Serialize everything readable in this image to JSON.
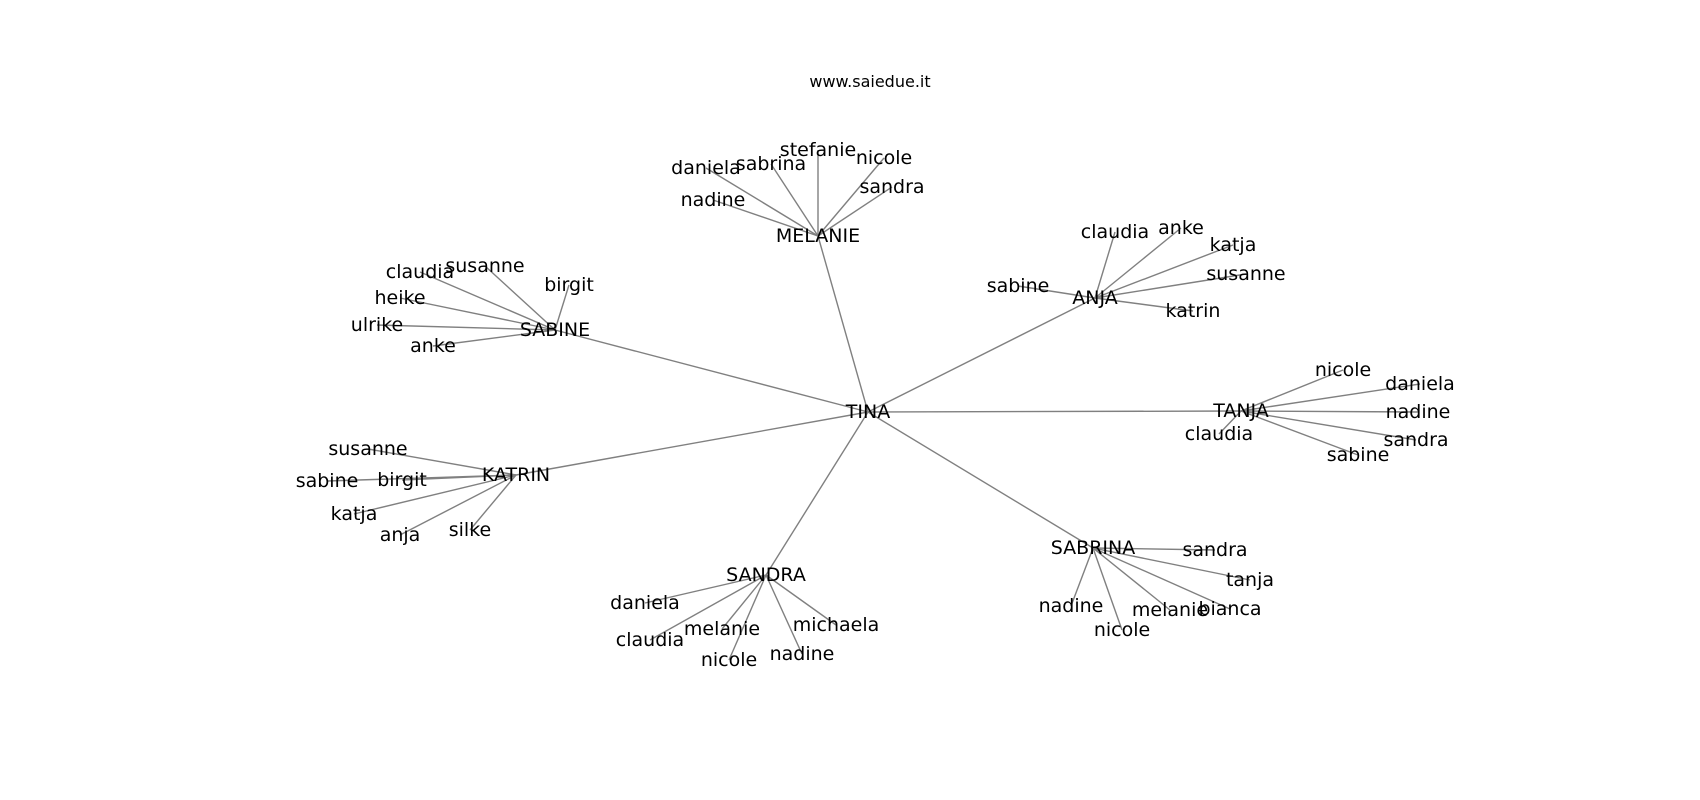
{
  "title": "www.saiedue.it",
  "graph": {
    "root": {
      "id": "tina",
      "label": "TINA"
    },
    "hubs": [
      {
        "id": "melanie",
        "label": "MELANIE",
        "leaves": [
          "daniela",
          "sabrina",
          "stefanie",
          "nicole",
          "sandra",
          "nadine"
        ]
      },
      {
        "id": "anja",
        "label": "ANJA",
        "leaves": [
          "claudia",
          "anke",
          "katja",
          "susanne",
          "sabine",
          "katrin"
        ]
      },
      {
        "id": "sabine",
        "label": "SABINE",
        "leaves": [
          "claudia",
          "susanne",
          "birgit",
          "heike",
          "ulrike",
          "anke"
        ]
      },
      {
        "id": "tanja",
        "label": "TANJA",
        "leaves": [
          "nicole",
          "daniela",
          "nadine",
          "claudia",
          "sandra",
          "sabine"
        ]
      },
      {
        "id": "katrin",
        "label": "KATRIN",
        "leaves": [
          "susanne",
          "sabine",
          "birgit",
          "katja",
          "anja",
          "silke"
        ]
      },
      {
        "id": "sabrina",
        "label": "SABRINA",
        "leaves": [
          "sandra",
          "tanja",
          "nadine",
          "melanie",
          "bianca",
          "nicole"
        ]
      },
      {
        "id": "sandra",
        "label": "SANDRA",
        "leaves": [
          "daniela",
          "claudia",
          "melanie",
          "michaela",
          "nicole",
          "nadine"
        ]
      }
    ]
  },
  "colors": {
    "edge": "#808080",
    "text": "#000000",
    "background": "#ffffff"
  }
}
